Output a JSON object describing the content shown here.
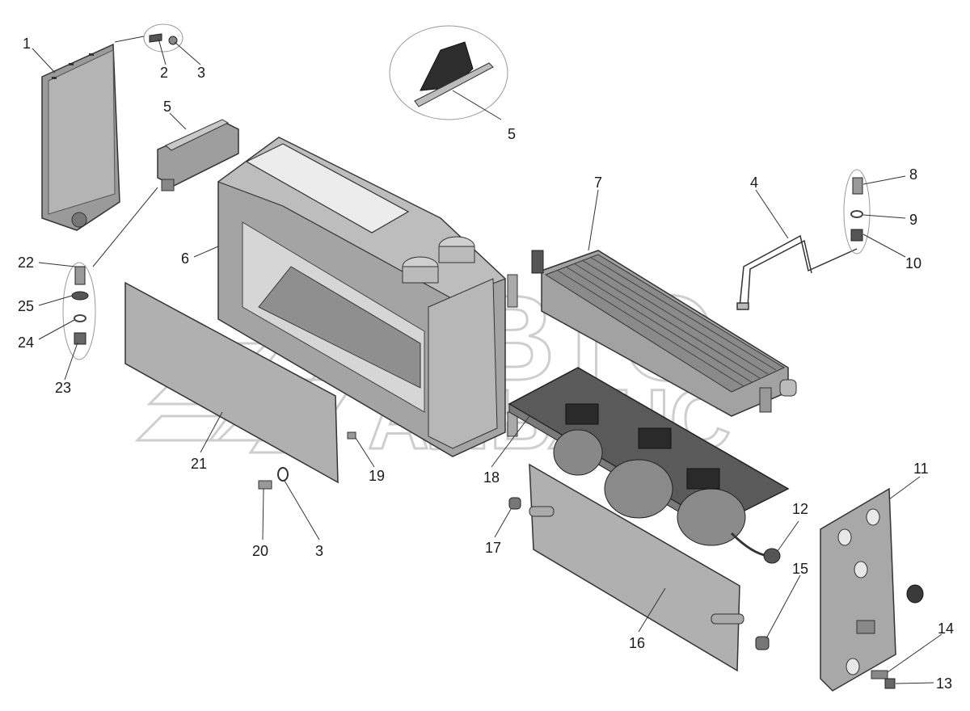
{
  "diagram": {
    "colors": {
      "background": "#ffffff",
      "part_fill": "#a8a8a8",
      "part_dark": "#3a3a3a",
      "line": "#333333",
      "watermark": "#c9c9c9"
    },
    "watermark": {
      "top_word": "АВТО",
      "bottom_word": "АЛЬЯНС"
    },
    "callouts": [
      {
        "id": "c1",
        "label": "1"
      },
      {
        "id": "c2",
        "label": "2"
      },
      {
        "id": "c3a",
        "label": "3"
      },
      {
        "id": "c5a",
        "label": "5"
      },
      {
        "id": "c5b",
        "label": "5"
      },
      {
        "id": "c6",
        "label": "6"
      },
      {
        "id": "c7",
        "label": "7"
      },
      {
        "id": "c4",
        "label": "4"
      },
      {
        "id": "c8",
        "label": "8"
      },
      {
        "id": "c9",
        "label": "9"
      },
      {
        "id": "c10",
        "label": "10"
      },
      {
        "id": "c22",
        "label": "22"
      },
      {
        "id": "c25",
        "label": "25"
      },
      {
        "id": "c24",
        "label": "24"
      },
      {
        "id": "c23",
        "label": "23"
      },
      {
        "id": "c21",
        "label": "21"
      },
      {
        "id": "c19",
        "label": "19"
      },
      {
        "id": "c18",
        "label": "18"
      },
      {
        "id": "c20",
        "label": "20"
      },
      {
        "id": "c3b",
        "label": "3"
      },
      {
        "id": "c17",
        "label": "17"
      },
      {
        "id": "c16",
        "label": "16"
      },
      {
        "id": "c12",
        "label": "12"
      },
      {
        "id": "c15",
        "label": "15"
      },
      {
        "id": "c11",
        "label": "11"
      },
      {
        "id": "c14",
        "label": "14"
      },
      {
        "id": "c13",
        "label": "13"
      }
    ]
  }
}
